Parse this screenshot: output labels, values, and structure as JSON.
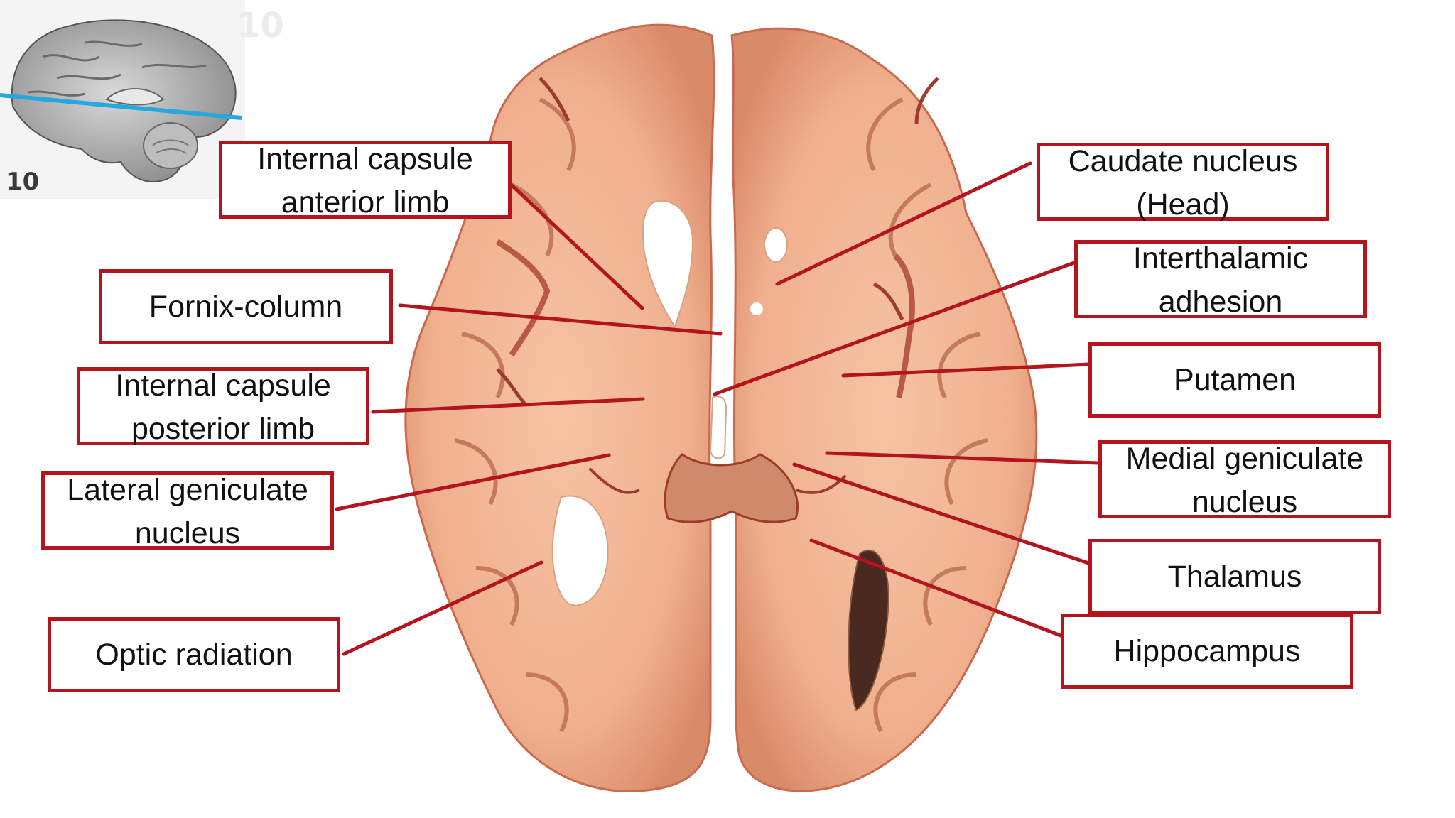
{
  "inset": {
    "slice_number": "10",
    "slice_number_ghost": "10",
    "plane_line_color": "#27a7df"
  },
  "colors": {
    "label_border": "#b3141e",
    "leader_line": "#b3141e",
    "tissue_base": "#f2b896",
    "tissue_edge": "#c96a4e",
    "vessel": "#9e3b2e"
  },
  "labels": {
    "internal_capsule_anterior_limb": "Internal capsule\nanterior limb",
    "fornix_column": "Fornix-column",
    "internal_capsule_posterior_limb": "Internal capsule\nposterior limb",
    "lateral_geniculate_nucleus": "Lateral geniculate\nnucleus",
    "optic_radiation": "Optic radiation",
    "caudate_nucleus_head": "Caudate nucleus\n(Head)",
    "interthalamic_adhesion": "Interthalamic\nadhesion",
    "putamen": "Putamen",
    "medial_geniculate_nucleus": "Medial geniculate\nnucleus",
    "thalamus": "Thalamus",
    "hippocampus": "Hippocampus"
  }
}
